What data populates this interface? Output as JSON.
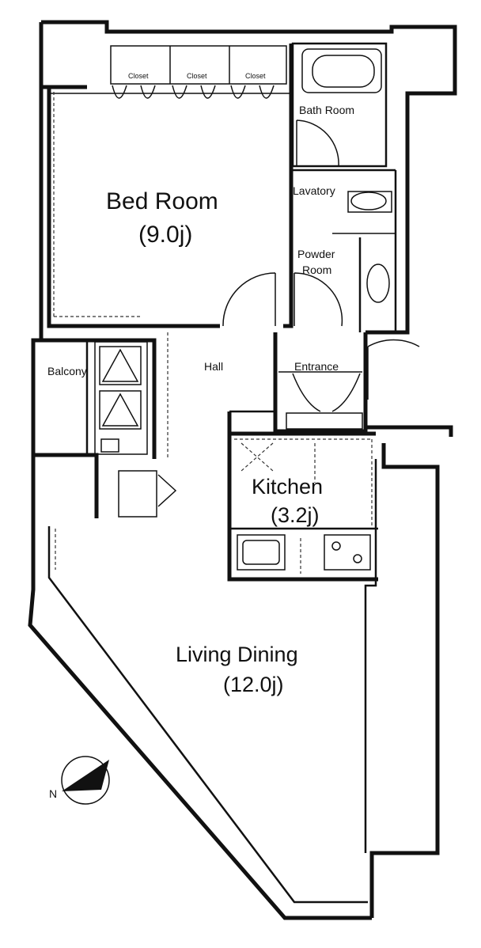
{
  "rooms": {
    "bedroom": {
      "name": "Bed Room",
      "size": "(9.0j)"
    },
    "kitchen": {
      "name": "Kitchen",
      "size": "(3.2j)"
    },
    "living": {
      "name": "Living Dining",
      "size": "(12.0j)"
    },
    "bathroom": {
      "name": "Bath Room"
    },
    "lavatory": {
      "name": "Lavatory"
    },
    "powder": {
      "name_line1": "Powder",
      "name_line2": "Room"
    },
    "hall": {
      "name": "Hall"
    },
    "entrance": {
      "name": "Entrance"
    },
    "balcony": {
      "name": "Balcony"
    }
  },
  "closets": [
    "Closet",
    "Closet",
    "Closet"
  ],
  "compass_letter": "N"
}
